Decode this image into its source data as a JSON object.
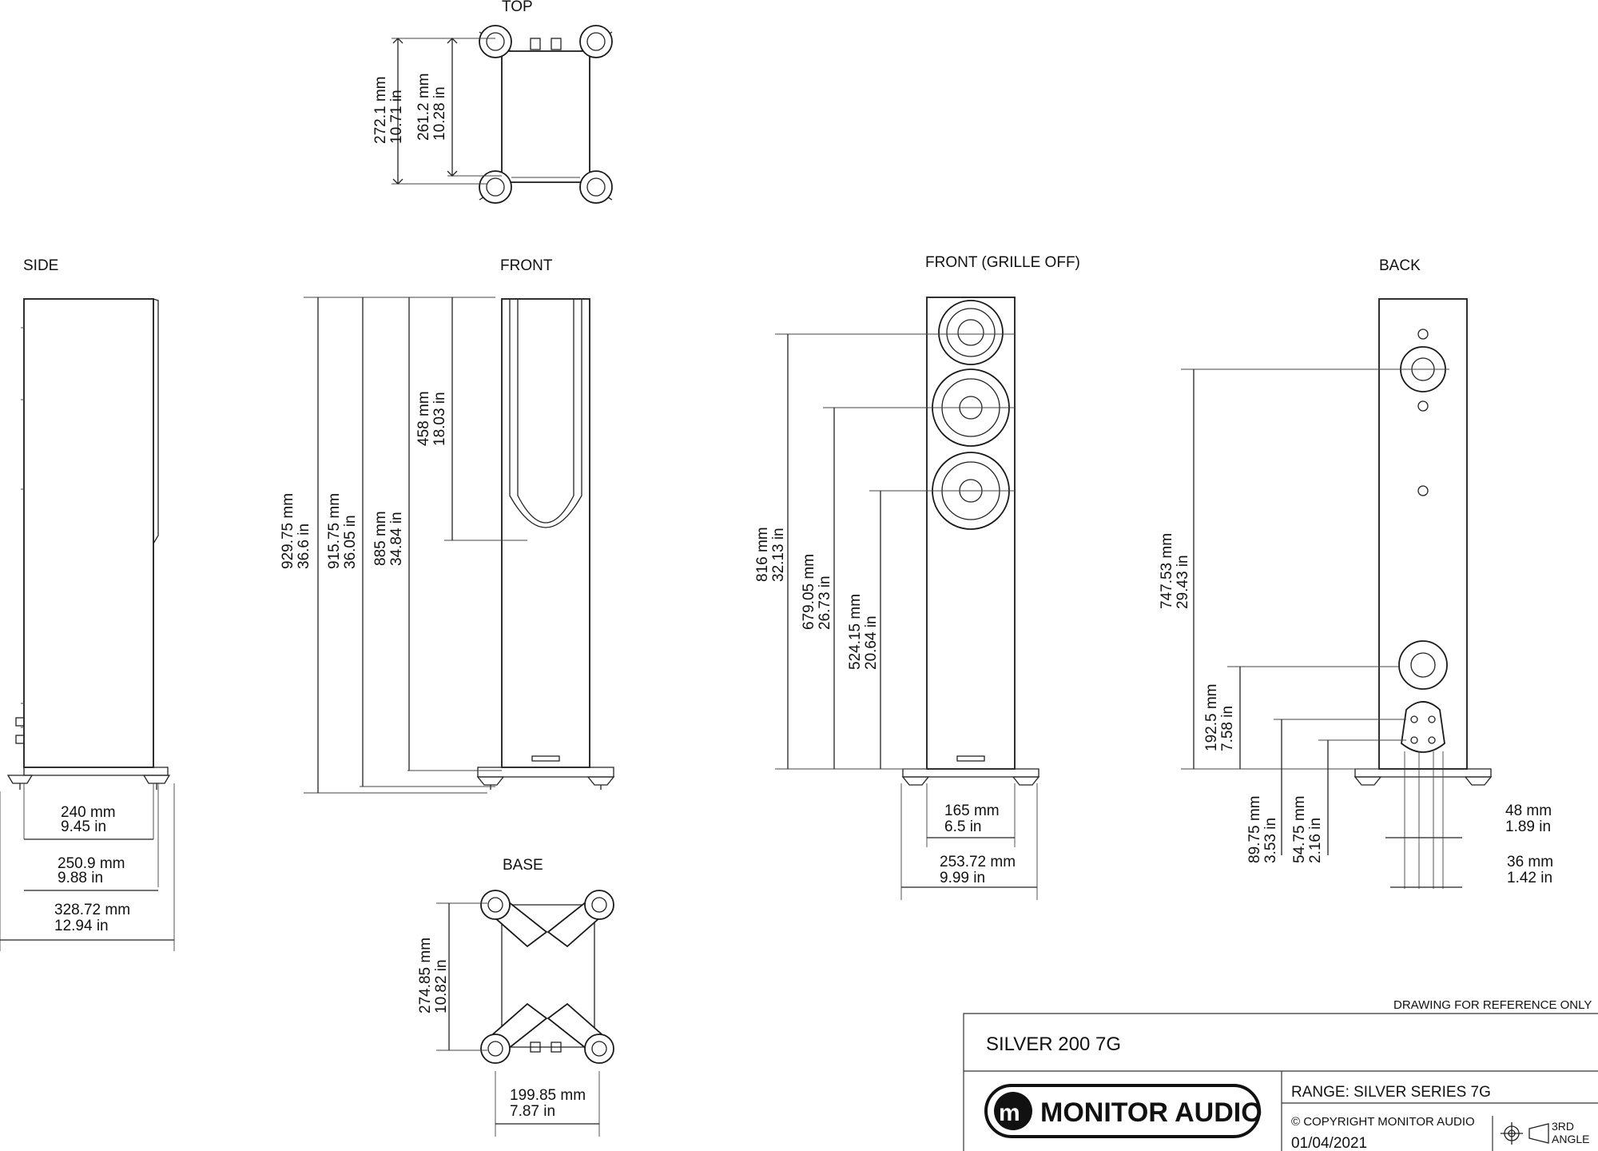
{
  "views": {
    "top": "TOP",
    "side": "SIDE",
    "front": "FRONT",
    "front_grille_off": "FRONT (GRILLE OFF)",
    "back": "BACK",
    "base": "BASE"
  },
  "dimensions": {
    "top_depth": [
      "272.1 mm",
      "10.71 in"
    ],
    "top_depth_inner": [
      "261.2 mm",
      "10.28 in"
    ],
    "side_depth": [
      "240 mm",
      "9.45 in"
    ],
    "side_depth_2": [
      "250.9 mm",
      "9.88 in"
    ],
    "side_depth_total": [
      "328.72 mm",
      "12.94 in"
    ],
    "height_total": [
      "929.75 mm",
      "36.6 in"
    ],
    "height_2": [
      "915.75 mm",
      "36.05 in"
    ],
    "height_cabinet": [
      "885 mm",
      "34.84 in"
    ],
    "grille_arch": [
      "458 mm",
      "18.03 in"
    ],
    "tweeter_height": [
      "816 mm",
      "32.13 in"
    ],
    "driver1_height": [
      "679.05 mm",
      "26.73 in"
    ],
    "driver2_height": [
      "524.15 mm",
      "20.64 in"
    ],
    "front_width": [
      "165 mm",
      "6.5 in"
    ],
    "front_width_total": [
      "253.72 mm",
      "9.99 in"
    ],
    "port_upper": [
      "747.53 mm",
      "29.43 in"
    ],
    "port_lower": [
      "192.5 mm",
      "7.58 in"
    ],
    "terminal_upper": [
      "89.75 mm",
      "3.53 in"
    ],
    "terminal_lower": [
      "54.75 mm",
      "2.16 in"
    ],
    "terminal_width": [
      "48 mm",
      "1.89 in"
    ],
    "terminal_spacing": [
      "36 mm",
      "1.42 in"
    ],
    "base_depth": [
      "274.85 mm",
      "10.82 in"
    ],
    "base_width": [
      "199.85 mm",
      "7.87 in"
    ]
  },
  "title_block": {
    "note": "DRAWING FOR REFERENCE ONLY",
    "model": "SILVER 200 7G",
    "logo_text": "MONITOR AUDIO",
    "range": "RANGE: SILVER SERIES 7G",
    "copyright": "© COPYRIGHT MONITOR AUDIO",
    "date": "01/04/2021",
    "projection_line1": "3RD",
    "projection_line2": "ANGLE"
  },
  "icons": {
    "logo": "monitor-audio-logo-icon",
    "projection": "third-angle-projection-icon"
  }
}
